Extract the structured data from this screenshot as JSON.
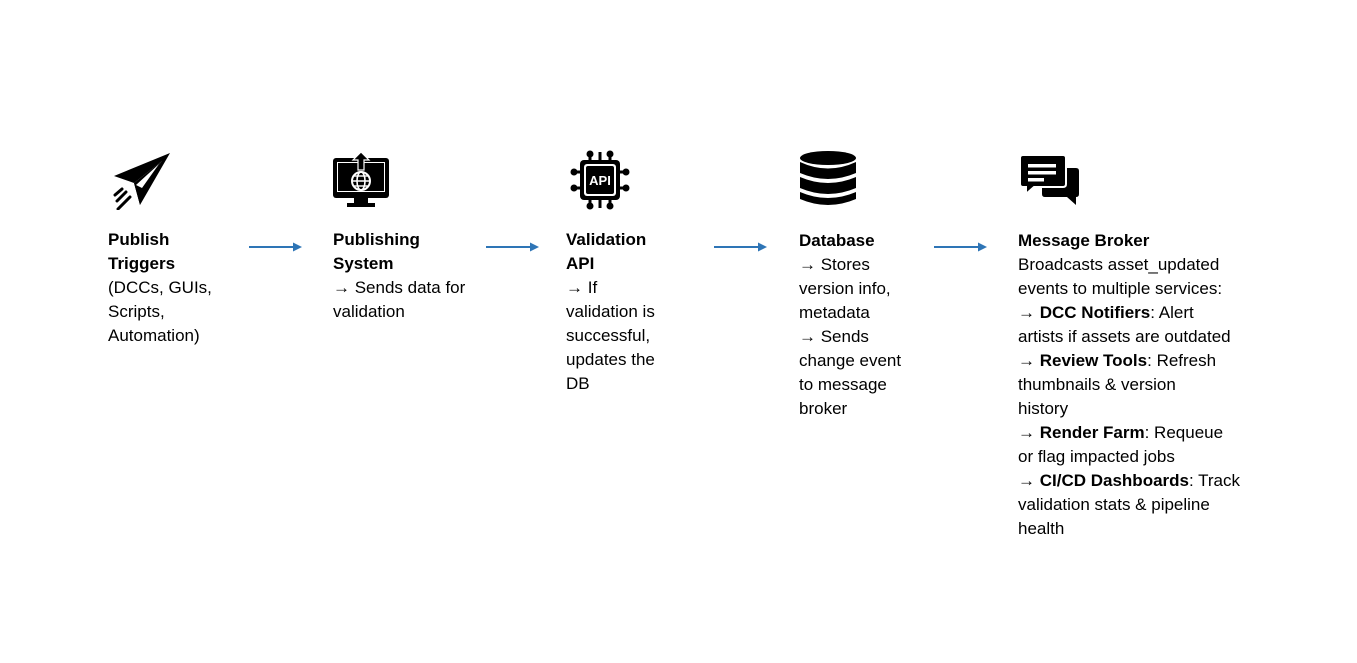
{
  "colors": {
    "arrow": "#2E75B6",
    "icon": "#000000"
  },
  "steps": [
    {
      "icon": "paper-plane-icon",
      "title_lines": [
        "Publish",
        "Triggers"
      ],
      "body": [
        "(DCCs, GUIs,",
        "Scripts,",
        "Automation)"
      ]
    },
    {
      "icon": "monitor-globe-upload-icon",
      "title_lines": [
        "Publishing",
        "System"
      ],
      "body": [
        "→ Sends data for",
        "validation"
      ]
    },
    {
      "icon": "api-chip-icon",
      "title_lines": [
        "Validation",
        "API"
      ],
      "body": [
        "→ If",
        "validation is",
        "successful,",
        "updates the",
        "DB"
      ]
    },
    {
      "icon": "database-icon",
      "title_lines": [
        "Database"
      ],
      "body": [
        "→ Stores",
        "version info,",
        "metadata",
        "→ Sends",
        "change event",
        "to message",
        "broker"
      ]
    },
    {
      "icon": "chat-bubbles-icon",
      "title_lines": [
        "Message Broker"
      ],
      "intro": [
        "Broadcasts asset_updated",
        "events to multiple services:"
      ],
      "services": [
        {
          "name": "DCC Notifiers",
          "first": ": Alert",
          "rest": [
            "artists if assets are outdated"
          ]
        },
        {
          "name": "Review Tools",
          "first": ": Refresh",
          "rest": [
            "thumbnails & version",
            "history"
          ]
        },
        {
          "name": "Render Farm",
          "first": ": Requeue",
          "rest": [
            "or flag impacted jobs"
          ]
        },
        {
          "name": "CI/CD Dashboards",
          "first": ": Track",
          "rest": [
            "validation stats & pipeline",
            "health"
          ]
        }
      ],
      "arrow_glyph": "→ "
    }
  ]
}
